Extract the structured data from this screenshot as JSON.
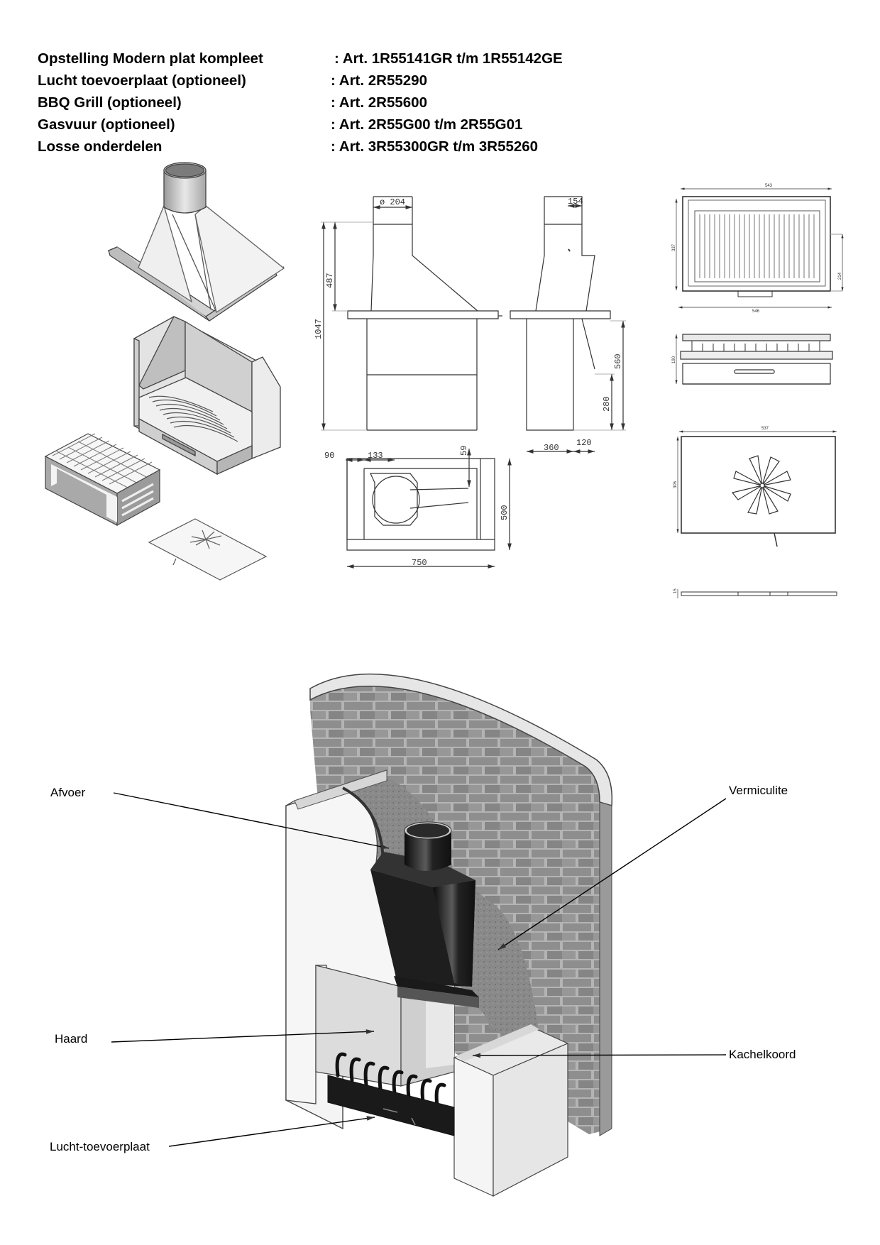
{
  "spec_table": [
    {
      "name": "Opstelling Modern plat kompleet",
      "art": ": Art. 1R55141GR t/m 1R55142GE"
    },
    {
      "name": "Lucht toevoerplaat (optioneel)",
      "art": ": Art. 2R55290"
    },
    {
      "name": "BBQ Grill (optioneel)",
      "art": ": Art. 2R55600"
    },
    {
      "name": "Gasvuur (optioneel)",
      "art": ": Art. 2R55G00 t/m 2R55G01"
    },
    {
      "name": "Losse onderdelen",
      "art": ": Art. 3R55300GR t/m 3R55260"
    }
  ],
  "dimensions": {
    "diameter": "ø 204",
    "height_total": "1047",
    "height_hood": "487",
    "side_top": "154",
    "side_560": "560",
    "side_280": "280",
    "side_360": "360",
    "side_120": "120",
    "plan_90": "90",
    "plan_133": "133",
    "plan_59": "59",
    "plan_500": "500",
    "plan_750": "750",
    "grill_543": "543",
    "grill_546": "546",
    "grill_337": "337",
    "grill_214": "214",
    "grill_190": "190",
    "plate_537": "537",
    "plate_305": "305",
    "plate_15": "15"
  },
  "callouts": {
    "afvoer": "Afvoer",
    "vermiculite": "Vermiculite",
    "haard": "Haard",
    "kachelkoord": "Kachelkoord",
    "lucht": "Lucht-toevoerplaat"
  }
}
